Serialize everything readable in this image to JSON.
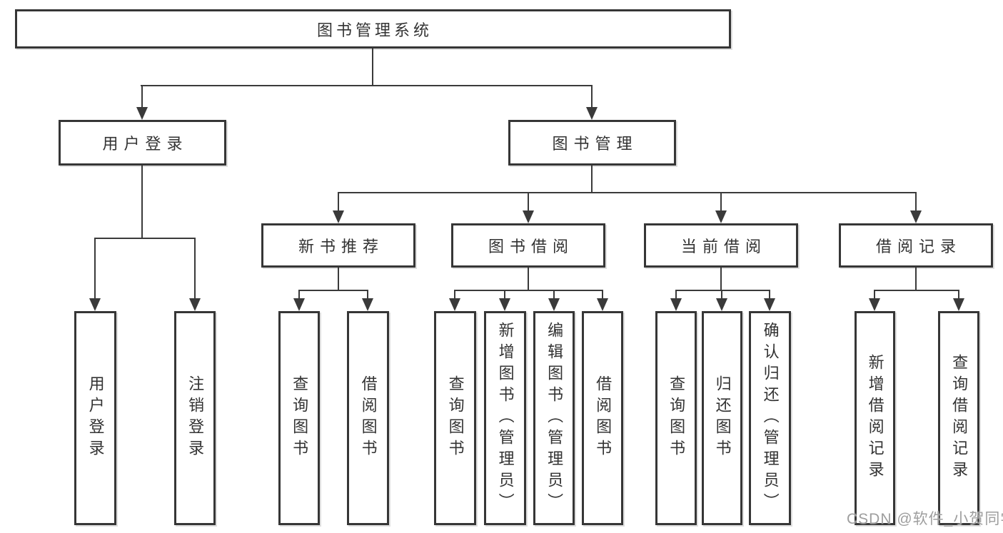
{
  "nodes": {
    "root": "图书管理系统",
    "user_login": "用户登录",
    "book_management": "图书管理",
    "new_book_recommend": "新书推荐",
    "book_borrow": "图书借阅",
    "current_borrow": "当前借阅",
    "borrow_records": "借阅记录",
    "leaves": {
      "user_login_group": [
        "用户登录",
        "注销登录"
      ],
      "new_book_group": [
        "查询图书",
        "借阅图书"
      ],
      "book_borrow_group": [
        "查询图书",
        "新增图书（管理员）",
        "编辑图书（管理员）",
        "借阅图书"
      ],
      "current_borrow_group": [
        "查询图书",
        "归还图书",
        "确认归还（管理员）"
      ],
      "borrow_records_group": [
        "新增借阅记录",
        "查询借阅记录"
      ]
    }
  },
  "watermark": "CSDN @软件_小贺同学",
  "colors": {
    "line": "#3a3a3a",
    "box_border": "#363636",
    "text": "#333333",
    "watermark": "#9e9e9e",
    "background": "#ffffff"
  }
}
